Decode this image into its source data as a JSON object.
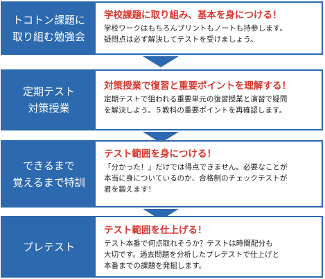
{
  "steps": [
    {
      "label": "トコトン課題に\n取り組む勉強会",
      "heading": "学校課題に取り組み、基本を身につける！",
      "description": "学校ワークはもちろんプリントもノートも持参します。\n疑問点は必ず解決してテストを受けましょう。"
    },
    {
      "label": "定期テスト\n対策授業",
      "heading": "対策授業で復習と重要ポイントを理解する！",
      "description": "定期テストで狙われる重要単元の復習授業と演習で疑問\nを解決しよう。５教科の重要ポイントを再確認します。"
    },
    {
      "label": "できるまで\n覚えるまで特訓",
      "heading": "テスト範囲を身につける！",
      "description": "「分かった！」だけでは得点できません。必要なことが\n本当に身についているのか、合格制のチェックテストが\n君を鍛えます！"
    },
    {
      "label": "プレテスト",
      "heading": "テスト範囲を仕上げる！",
      "description": "テスト本番で何点取れそうか？テストは時間配分も\n大切です。過去問題を分析したプレテストで仕上げと\n本番までの課題を発掘します。"
    }
  ],
  "colors": {
    "accent": "#2c69ae",
    "heading": "#d4382f",
    "text": "#222222"
  }
}
